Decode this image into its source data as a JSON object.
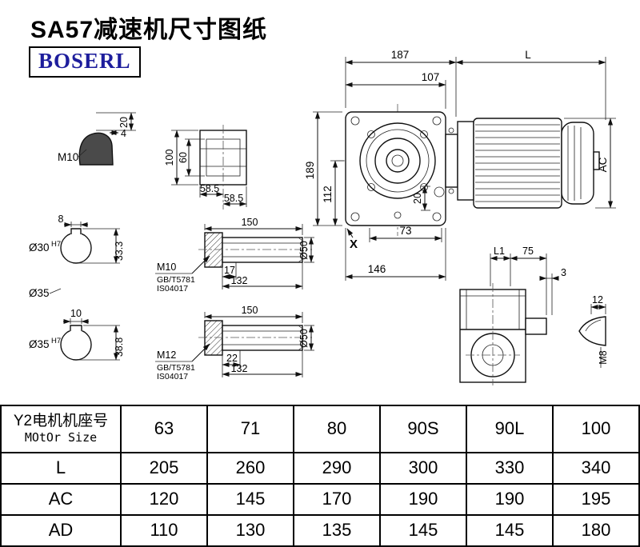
{
  "title": "SA57减速机尺寸图纸",
  "logo": "BOSERL",
  "drawing": {
    "main_view": {
      "dim_187": "187",
      "dim_L": "L",
      "dim_107": "107",
      "dim_189": "189",
      "dim_112": "112",
      "dim_20": "20",
      "dim_73": "73",
      "dim_146": "146",
      "dim_X": "X",
      "dim_AC": "AC"
    },
    "side_view": {
      "dim_L1": "L1",
      "dim_75": "75",
      "dim_3": "3",
      "dim_12": "12",
      "dim_M8": "M8"
    },
    "detail_parts": {
      "plug": {
        "thread": "M10",
        "dim_4": "4",
        "dim_20": "20"
      },
      "shaft_end_block": {
        "dim_100": "100",
        "dim_60": "60",
        "dim_58_5_a": "58.5",
        "dim_58_5_b": "58.5"
      },
      "bore_30": {
        "key_width": "8",
        "dia": "Ø30",
        "tol": "H7",
        "key_depth": "33.3"
      },
      "dia_35_label": "Ø35",
      "bore_35": {
        "key_width": "10",
        "dia": "Ø35",
        "tol": "H7",
        "key_depth": "38.8"
      },
      "shaft_m10": {
        "length": "150",
        "thread": "M10",
        "std1": "GB/T5781",
        "std2": "IS04017",
        "dim_17": "17",
        "dim_132": "132",
        "dia": "Ø50"
      },
      "shaft_m12": {
        "length": "150",
        "thread": "M12",
        "std1": "GB/T5781",
        "std2": "IS04017",
        "dim_22": "22",
        "dim_132": "132",
        "dia": "Ø50"
      }
    }
  },
  "table": {
    "motor_row": {
      "label_zh": "Y2电机机座号",
      "label_en": "MOtOr Size",
      "values": [
        "63",
        "71",
        "80",
        "90S",
        "90L",
        "100"
      ]
    },
    "rows": [
      {
        "label": "L",
        "values": [
          "205",
          "260",
          "290",
          "300",
          "330",
          "340"
        ]
      },
      {
        "label": "AC",
        "values": [
          "120",
          "145",
          "170",
          "190",
          "190",
          "195"
        ]
      },
      {
        "label": "AD",
        "values": [
          "110",
          "130",
          "135",
          "145",
          "145",
          "180"
        ]
      }
    ]
  }
}
